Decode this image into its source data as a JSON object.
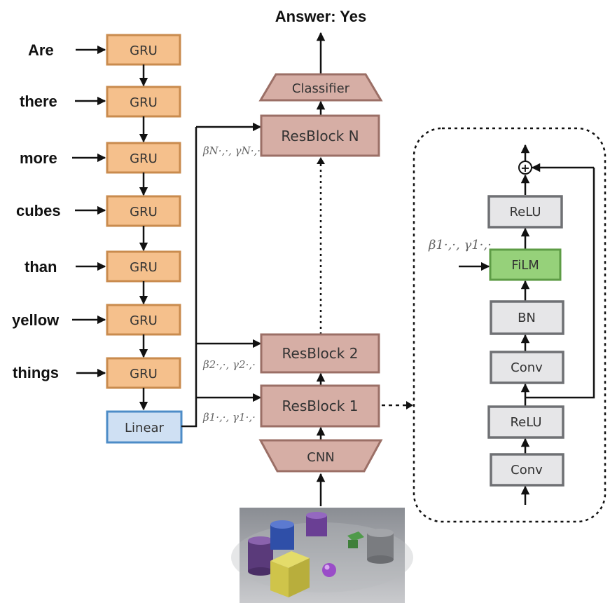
{
  "answer": "Answer: Yes",
  "question_words": [
    "Are",
    "there",
    "more",
    "cubes",
    "than",
    "yellow",
    "things"
  ],
  "gru_label": "GRU",
  "linear_label": "Linear",
  "cnn_label": "CNN",
  "classifier_label": "Classifier",
  "resblocks": {
    "n": "ResBlock N",
    "two": "ResBlock 2",
    "one": "ResBlock 1"
  },
  "film_params": {
    "n": "βN·,·, γN·,·",
    "two": "β2·,·, γ2·,·",
    "one": "β1·,·, γ1·,·"
  },
  "detail": {
    "add_symbol": "+",
    "relu_top": "ReLU",
    "film": "FiLM",
    "film_param": "β1·,·, γ1·,·",
    "bn": "BN",
    "conv_upper": "Conv",
    "relu_bottom": "ReLU",
    "conv_lower": "Conv"
  },
  "colors": {
    "gru_fill": "#f5c08c",
    "linear_fill": "#cfe0f3",
    "resblock_fill": "#d6aea5",
    "detail_fill": "#e6e6e8",
    "film_fill": "#96d17a"
  }
}
